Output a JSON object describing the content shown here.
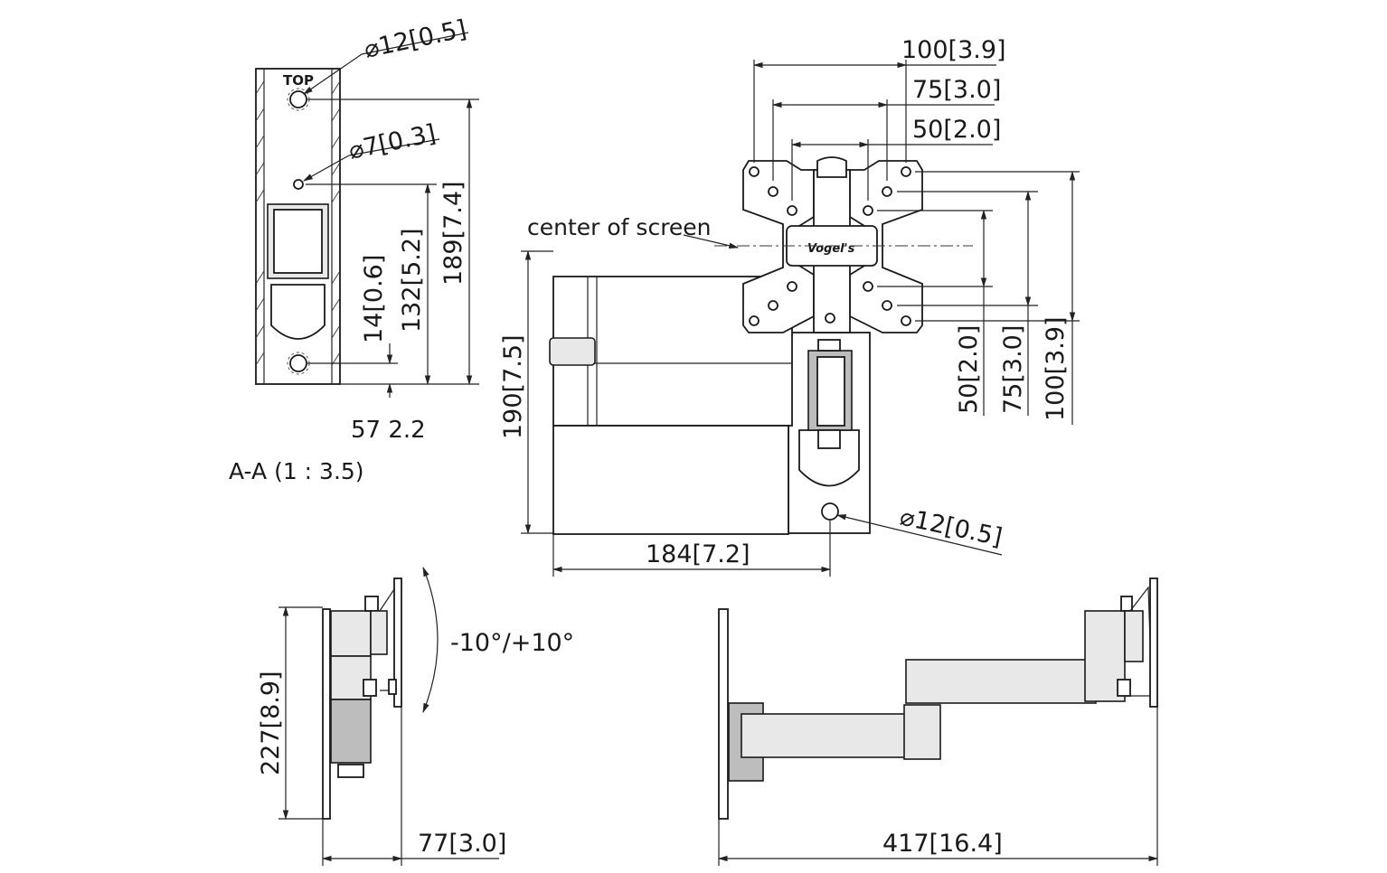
{
  "colors": {
    "line": "#1a1a1a",
    "fill_light": "#e8e8e8",
    "fill_dark": "#bdbdbd",
    "background": "#ffffff"
  },
  "section": {
    "top_label": "TOP",
    "hole_top": {
      "dia": "12",
      "inch": "0.5"
    },
    "hole_mid": {
      "dia": "7",
      "inch": "0.3"
    },
    "dim_189": {
      "mm": "189",
      "inch": "7.4"
    },
    "dim_132": {
      "mm": "132",
      "inch": "5.2"
    },
    "dim_14": {
      "mm": "14",
      "inch": "0.6"
    },
    "width_mm": "57",
    "width_inch": "2.2",
    "caption": "A-A (1 : 3.5)"
  },
  "front": {
    "center_label": "center of screen",
    "logo_text": "Vogel's",
    "h100": {
      "mm": "100",
      "inch": "3.9"
    },
    "h75": {
      "mm": "75",
      "inch": "3.0"
    },
    "h50": {
      "mm": "50",
      "inch": "2.0"
    },
    "v50": {
      "mm": "50",
      "inch": "2.0"
    },
    "v75": {
      "mm": "75",
      "inch": "3.0"
    },
    "v100": {
      "mm": "100",
      "inch": "3.9"
    },
    "height": {
      "mm": "190",
      "inch": "7.5"
    },
    "width": {
      "mm": "184",
      "inch": "7.2"
    },
    "hole": {
      "dia": "12",
      "inch": "0.5"
    }
  },
  "side": {
    "tilt": "-10°/+10°",
    "height": {
      "mm": "227",
      "inch": "8.9"
    },
    "depth": {
      "mm": "77",
      "inch": "3.0"
    }
  },
  "extended": {
    "length": {
      "mm": "417",
      "inch": "16.4"
    }
  }
}
